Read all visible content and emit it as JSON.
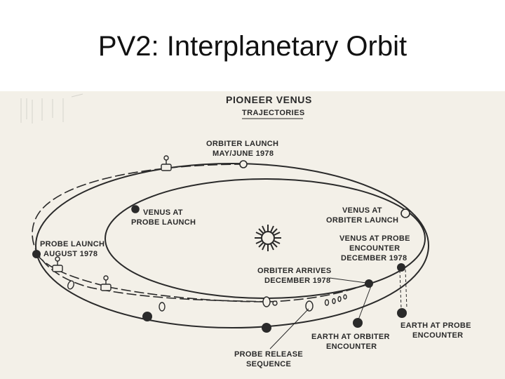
{
  "slide": {
    "title": "PV2: Interplanetary Orbit"
  },
  "diagram": {
    "title": "PIONEER VENUS",
    "subtitle": "TRAJECTORIES",
    "labels": {
      "orbiter_launch_l1": "ORBITER LAUNCH",
      "orbiter_launch_l2": "MAY/JUNE 1978",
      "venus_probe_launch_l1": "VENUS AT",
      "venus_probe_launch_l2": "PROBE LAUNCH",
      "venus_orbiter_launch_l1": "VENUS AT",
      "venus_orbiter_launch_l2": "ORBITER LAUNCH",
      "venus_probe_encounter_l1": "VENUS AT PROBE",
      "venus_probe_encounter_l2": "ENCOUNTER",
      "venus_probe_encounter_l3": "DECEMBER 1978",
      "probe_launch_l1": "PROBE LAUNCH",
      "probe_launch_l2": "AUGUST 1978",
      "orbiter_arrives_l1": "ORBITER ARRIVES",
      "orbiter_arrives_l2": "DECEMBER 1978",
      "earth_probe_encounter_l1": "EARTH AT PROBE",
      "earth_probe_encounter_l2": "ENCOUNTER",
      "earth_orbiter_encounter_l1": "EARTH AT ORBITER",
      "earth_orbiter_encounter_l2": "ENCOUNTER",
      "probe_release_l1": "PROBE RELEASE",
      "probe_release_l2": "SEQUENCE"
    }
  }
}
